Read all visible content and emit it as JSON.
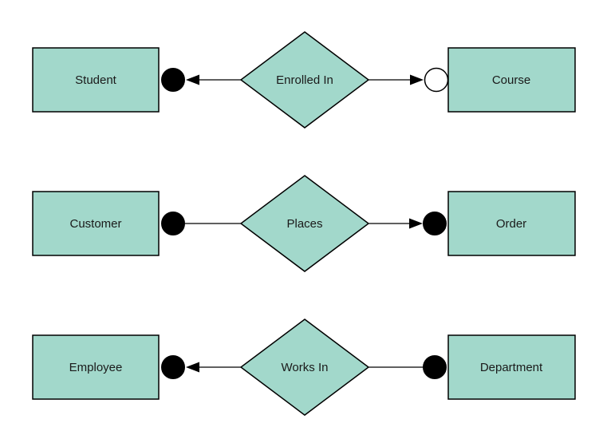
{
  "diagram": {
    "type": "entity-relationship-diagram",
    "background": "#ffffff",
    "colors": {
      "shape_fill": "#a2d8cb",
      "shape_stroke": "#000000",
      "connector": "#000000",
      "text": "#1a1a1a",
      "open_circle_fill": "#ffffff",
      "filled_circle_fill": "#000000"
    },
    "rows": [
      {
        "left_entity": "Student",
        "relationship": "Enrolled In",
        "right_entity": "Course",
        "left_terminator": "filled-circle",
        "right_terminator": "open-circle",
        "left_arrow": "points-left-toward-student",
        "right_arrow": "points-right-toward-course"
      },
      {
        "left_entity": "Customer",
        "relationship": "Places",
        "right_entity": "Order",
        "left_terminator": "filled-circle",
        "right_terminator": "filled-circle",
        "left_arrow": "none",
        "right_arrow": "points-right-toward-order"
      },
      {
        "left_entity": "Employee",
        "relationship": "Works In",
        "right_entity": "Department",
        "left_terminator": "filled-circle",
        "right_terminator": "filled-circle",
        "left_arrow": "points-left-toward-employee",
        "right_arrow": "none"
      }
    ]
  }
}
